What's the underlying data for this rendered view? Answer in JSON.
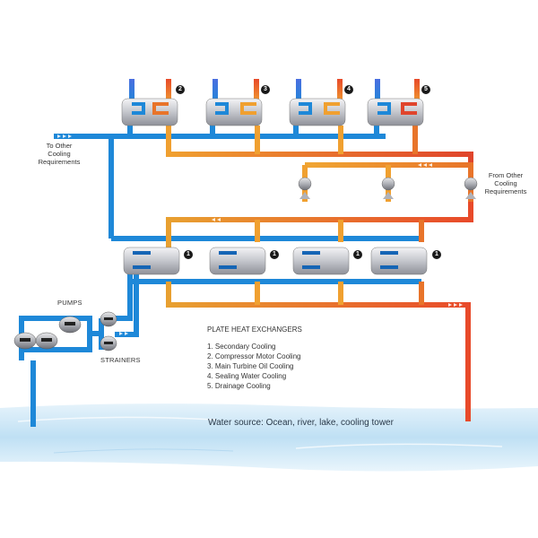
{
  "labels": {
    "to_other": "To Other\nCooling\nRequirements",
    "from_other": "From Other\nCooling\nRequirements",
    "pumps": "PUMPS",
    "strainers": "STRAINERS",
    "water_source": "Water source: Ocean, river, lake, cooling tower"
  },
  "legend": {
    "title": "PLATE HEAT EXCHANGERS",
    "items": [
      "1. Secondary Cooling",
      "2. Compressor Motor Cooling",
      "3. Main Turbine Oil Cooling",
      "4. Sealing Water Cooling",
      "5. Drainage Cooling"
    ]
  },
  "badges": {
    "top": [
      "2",
      "3",
      "4",
      "5"
    ],
    "bottom": [
      "1",
      "1",
      "1",
      "1"
    ]
  },
  "colors": {
    "cold": "#1e88d8",
    "cold_dark": "#1565b5",
    "hot": "#e0452c",
    "warm": "#f0a030",
    "water": "#cfe8f7"
  }
}
